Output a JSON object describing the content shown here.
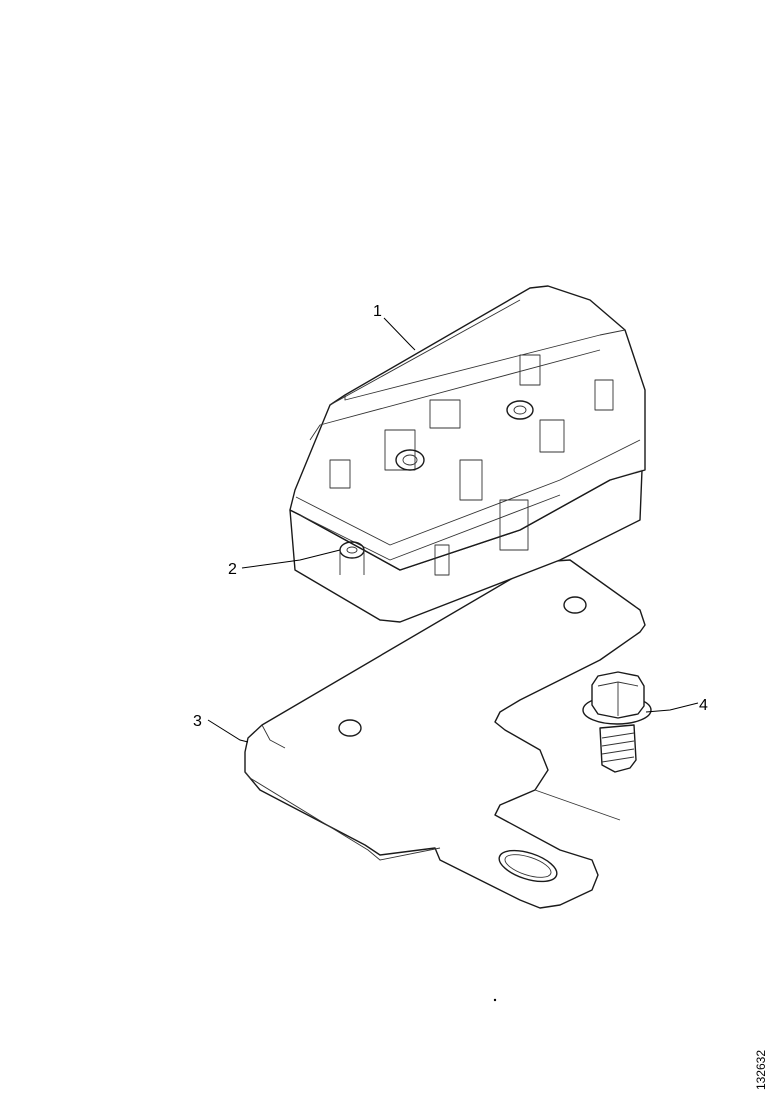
{
  "diagram": {
    "callouts": [
      {
        "id": "1",
        "label": "1"
      },
      {
        "id": "2",
        "label": "2"
      },
      {
        "id": "3",
        "label": "3"
      },
      {
        "id": "4",
        "label": "4"
      }
    ],
    "reference_code": "132632"
  }
}
